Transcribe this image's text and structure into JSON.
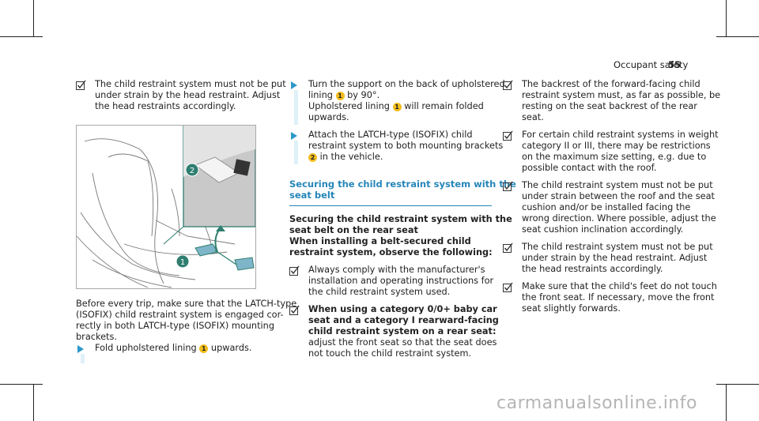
{
  "header": {
    "title": "Occupant safety",
    "page_number": "55"
  },
  "col1": {
    "item1": [
      "The child restraint system must not be put",
      "under strain by the head restraint. Adjust",
      "the head restraints accordingly."
    ],
    "para": [
      "Before every trip, make sure that the LATCH-type",
      "(ISOFIX) child restraint system is engaged cor-",
      "rectly in both LATCH-type (ISOFIX) mounting",
      "brackets."
    ],
    "step1": {
      "pre": "Fold upholstered lining",
      "num": "1",
      "post": "upwards."
    }
  },
  "figure": {
    "callout1": "1",
    "callout2": "2"
  },
  "col2": {
    "step2": {
      "l1": "Turn the support on the back of upholstered",
      "l2_pre": "lining",
      "l2_num": "1",
      "l2_post": "by 90°.",
      "l3_pre": "Upholstered lining",
      "l3_num": "1",
      "l3_post": "will remain folded",
      "l4": "upwards."
    },
    "step3": {
      "l1": "Attach the LATCH-type (ISOFIX) child",
      "l2": "restraint system to both mounting brackets",
      "l3_num": "2",
      "l3_post": "in the vehicle."
    },
    "section_title": [
      "Securing the child restraint system with the",
      "seat belt"
    ],
    "subheading": [
      "Securing the child restraint system with the",
      "seat belt on the rear seat",
      "When installing a belt-secured child",
      "restraint system, observe the following:"
    ],
    "item_a": [
      "Always comply with the manufacturer's",
      "installation and operating instructions for",
      "the child restraint system used."
    ],
    "item_b_bold": [
      "When using a category 0/0+ baby car",
      "seat and a category I rearward-facing",
      "child restraint system on a rear seat:"
    ],
    "item_b_text": [
      "adjust the front seat so that the seat does",
      "not touch the child restraint system."
    ]
  },
  "col3": {
    "item1": [
      "The backrest of the forward-facing child",
      "restraint system must, as far as possible, be",
      "resting on the seat backrest of the rear",
      "seat."
    ],
    "item2": [
      "For certain child restraint systems in weight",
      "category II or III, there may be restrictions",
      "on the maximum size setting, e.g. due to",
      "possible contact with the roof."
    ],
    "item3": [
      "The child restraint system must not be put",
      "under strain between the roof and the seat",
      "cushion and/or be installed facing the",
      "wrong direction. Where possible, adjust the",
      "seat cushion inclination accordingly."
    ],
    "item4": [
      "The child restraint system must not be put",
      "under strain by the head restraint. Adjust",
      "the head restraints accordingly."
    ],
    "item5": [
      "Make sure that the child's feet do not touch",
      "the front seat. If necessary, move the front",
      "seat slightly forwards."
    ]
  },
  "watermark": "carmanualsonline.info",
  "colors": {
    "accent": "#2686b8",
    "callout": "#f2bd1e",
    "highlight": "#dff0f8"
  }
}
